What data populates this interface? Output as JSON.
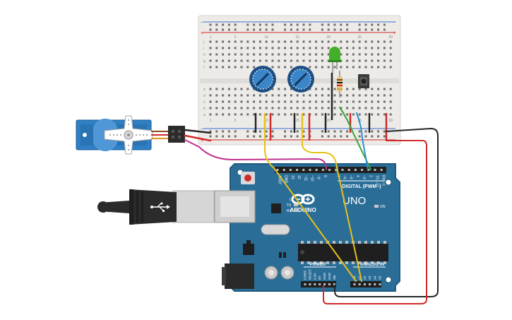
{
  "breadboard": {
    "column_numbers": [
      "1",
      "",
      "",
      "",
      "5",
      "",
      "",
      "",
      "",
      "10",
      "",
      "",
      "",
      "",
      "15",
      "",
      "",
      "",
      "",
      "20",
      "",
      "",
      "",
      "",
      "25",
      "",
      "",
      "",
      "",
      "30"
    ],
    "row_letters_top": [
      "j",
      "i",
      "h",
      "g",
      "f"
    ],
    "row_letters_bottom": [
      "e",
      "d",
      "c",
      "b",
      "a"
    ]
  },
  "arduino": {
    "brand": "ARDUINO",
    "model": "UNO",
    "digital_label": "DIGITAL (PWM~)",
    "power_label": "POWER",
    "analog_label": "ANALOG IN",
    "on_label": "ON",
    "tx_label": "TX",
    "rx_label": "RX",
    "l_label": "L",
    "top_pins": [
      "AREF",
      "GND",
      "13",
      "12",
      "~11",
      "~10",
      "~9",
      "8",
      "",
      "7",
      "~6",
      "~5",
      "4",
      "~3",
      "2",
      "TX→1",
      "RX←0"
    ],
    "power_pins": [
      "IOREF",
      "RESET",
      "3.3V",
      "5V",
      "GND",
      "GND",
      "Vin"
    ],
    "analog_pins": [
      "A0",
      "A1",
      "A2",
      "A3",
      "A4",
      "A5"
    ]
  },
  "colors": {
    "board": "#2a6e98",
    "board_dark": "#1f5a80",
    "breadboard": "#ecebe8",
    "wire_yellow": "#e8c019",
    "wire_red": "#d12a2a",
    "wire_black": "#262626",
    "wire_green": "#3aa33a",
    "wire_blue": "#2b8fd0",
    "wire_magenta": "#c0318f",
    "servo": "#2e7fc4",
    "led": "#43b02a"
  },
  "icons": {
    "usb_cable": "usb-cable-icon",
    "servo": "servo-motor-icon",
    "potentiometer": "potentiometer-icon",
    "led": "led-icon",
    "resistor": "resistor-icon",
    "pushbutton": "pushbutton-icon",
    "arduino_logo": "arduino-logo-icon"
  }
}
